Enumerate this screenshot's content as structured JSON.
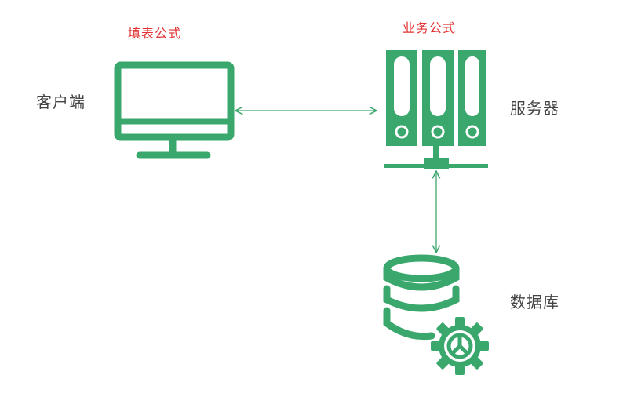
{
  "colors": {
    "icon_green": "#3aa76d",
    "arrow_green": "#3aa76d",
    "formula_red": "#e23232",
    "label_dark": "#444444",
    "background": "#ffffff"
  },
  "labels": {
    "client_formula": "填表公式",
    "server_formula": "业务公式",
    "client": "客户端",
    "server": "服务器",
    "database": "数据库"
  },
  "icons": {
    "client": "monitor-icon",
    "server": "server-rack-icon",
    "database": "database-gear-icon"
  },
  "connections": [
    {
      "from": "client",
      "to": "server",
      "style": "bidirectional-arrow"
    },
    {
      "from": "server",
      "to": "database",
      "style": "bidirectional-arrow"
    }
  ]
}
